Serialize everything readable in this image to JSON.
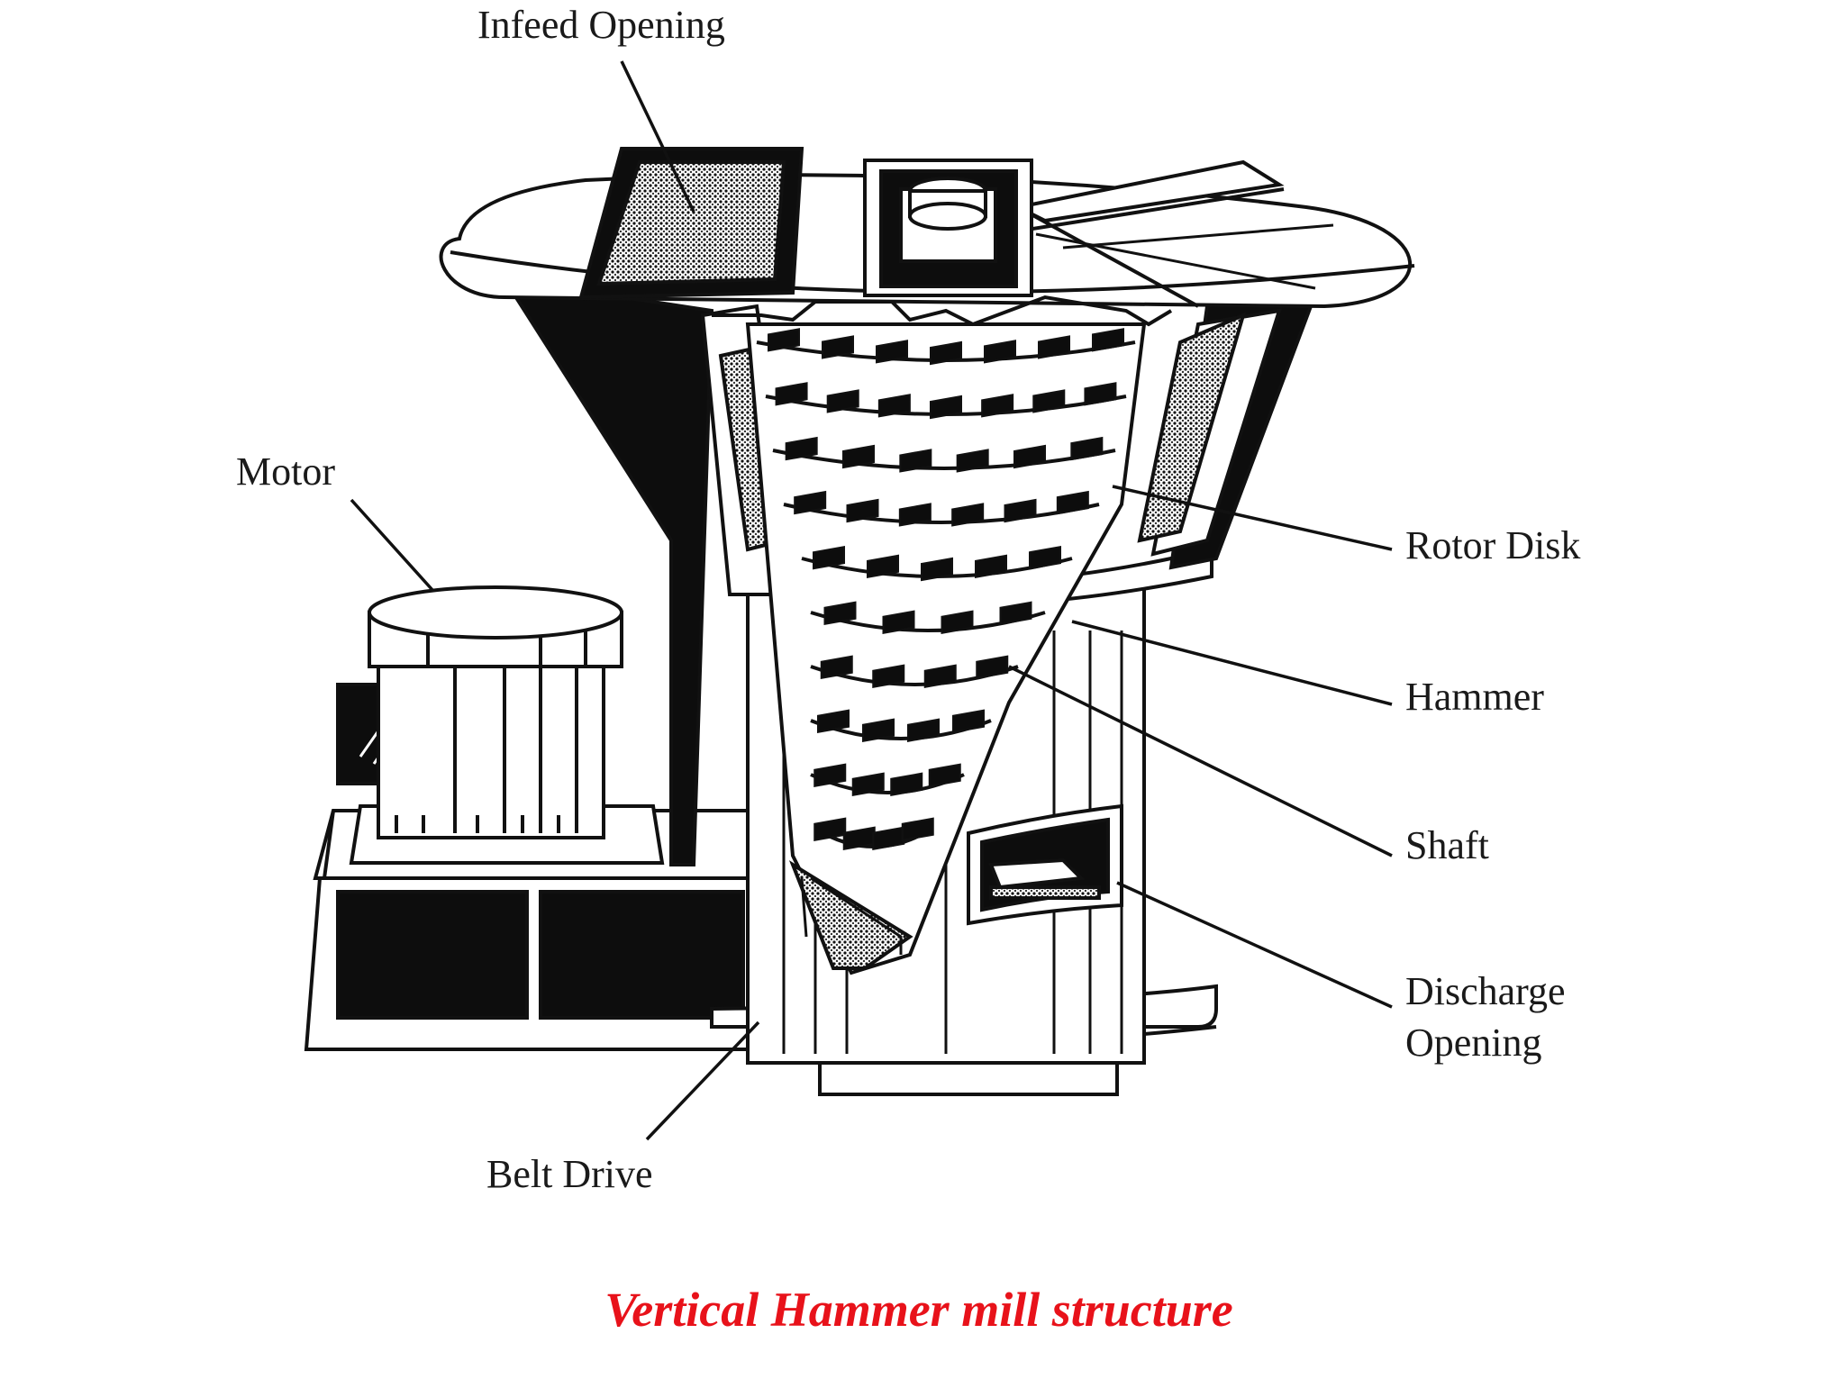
{
  "labels": {
    "infeed_opening": "Infeed Opening",
    "motor": "Motor",
    "rotor_disk": "Rotor Disk",
    "hammer": "Hammer",
    "shaft": "Shaft",
    "discharge_line1": "Discharge",
    "discharge_line2": "Opening",
    "belt_drive": "Belt Drive"
  },
  "caption": "Vertical Hammer mill structure",
  "colors": {
    "caption": "#e8121a",
    "ink": "#111111",
    "paper": "#ffffff",
    "screen": "#8a8a8a"
  }
}
